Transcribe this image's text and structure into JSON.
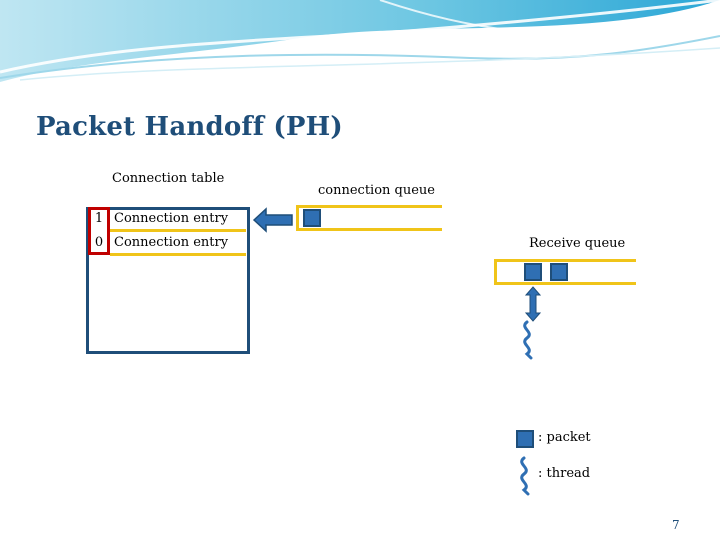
{
  "slide": {
    "title": "Packet Handoff (PH)",
    "page_number": "7"
  },
  "connection_table": {
    "label": "Connection table",
    "rows": [
      {
        "bit": "1",
        "label": "Connection entry"
      },
      {
        "bit": "0",
        "label": "Connection entry"
      }
    ]
  },
  "connection_queue": {
    "label": "connection queue",
    "packet_count": 1
  },
  "receive_queue": {
    "label": "Receive queue",
    "packet_count": 2
  },
  "legend": {
    "packet": ": packet",
    "thread": ": thread"
  },
  "colors": {
    "title": "#1f4e79",
    "table_border": "#1f4e79",
    "queue_border": "#f0c419",
    "packet_fill": "#2f6fb3",
    "bit_highlight": "#c00000",
    "arrow": "#2f6fb3"
  }
}
